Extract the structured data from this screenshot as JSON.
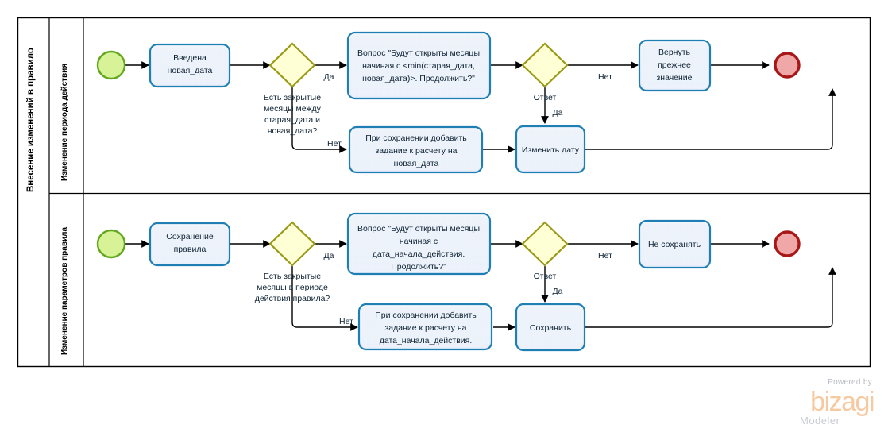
{
  "pool": {
    "title": "Внесение изменений в правило"
  },
  "lanes": [
    {
      "id": "lane-period",
      "title": "Изменение периода действия"
    },
    {
      "id": "lane-params",
      "title": "Изменение параметров правила"
    }
  ],
  "nodes": {
    "start1": {
      "type": "start-event",
      "label": ""
    },
    "task_new_date": {
      "type": "task",
      "lines": [
        "Введена",
        "новая_дата"
      ]
    },
    "gw1": {
      "type": "exclusive-gateway",
      "label": "Есть закрытые месяцы между старая_дата и новая_дата?",
      "label_lines": [
        "Есть закрытые",
        "месяцы между",
        "старая_дата и",
        "новая_дата?"
      ]
    },
    "task_question1": {
      "type": "task",
      "lines": [
        "Вопрос \"Будут открыты месяцы",
        "начиная с <min(старая_дата,",
        "новая_дата)>. Продолжить?\""
      ]
    },
    "task_add_job1": {
      "type": "task",
      "lines": [
        "При сохранении добавить",
        "задание к расчету на",
        "новая_дата"
      ]
    },
    "gw2": {
      "type": "exclusive-gateway",
      "label": "Ответ"
    },
    "task_revert": {
      "type": "task",
      "lines": [
        "Вернуть",
        "прежнее",
        "значение"
      ]
    },
    "task_change_date": {
      "type": "task",
      "lines": [
        "Изменить дату"
      ]
    },
    "end1": {
      "type": "end-event",
      "label": ""
    },
    "start2": {
      "type": "start-event",
      "label": ""
    },
    "task_save_rule": {
      "type": "task",
      "lines": [
        "Сохранение",
        "правила"
      ]
    },
    "gw3": {
      "type": "exclusive-gateway",
      "label": "Есть закрытые месяцы в периоде действия правила?",
      "label_lines": [
        "Есть закрытые",
        "месяцы в периоде",
        "действия правила?"
      ]
    },
    "task_question2": {
      "type": "task",
      "lines": [
        "Вопрос \"Будут открыты месяцы",
        "начиная с",
        "дата_начала_действия.",
        "Продолжить?\""
      ]
    },
    "task_add_job2": {
      "type": "task",
      "lines": [
        "При сохранении добавить",
        "задание к расчету на",
        "дата_начала_действия."
      ]
    },
    "gw4": {
      "type": "exclusive-gateway",
      "label": "Ответ"
    },
    "task_dont_save": {
      "type": "task",
      "lines": [
        "Не сохранять"
      ]
    },
    "task_save": {
      "type": "task",
      "lines": [
        "Сохранить"
      ]
    },
    "end2": {
      "type": "end-event",
      "label": ""
    }
  },
  "flow_labels": {
    "gw1_yes": "Да",
    "gw1_no": "Нет",
    "gw2_no": "Нет",
    "gw2_yes": "Да",
    "gw3_yes": "Да",
    "gw3_no": "Нет",
    "gw4_no": "Нет",
    "gw4_yes": "Да"
  },
  "branding": {
    "powered_by": "Powered by",
    "name": "bizagi",
    "product": "Modeler"
  },
  "colors": {
    "task_fill": "#eef3fb",
    "task_stroke": "#1f7fb5",
    "gateway_fill": "#ffffd6",
    "gateway_stroke": "#9a9a16",
    "start_fill": "#d8f298",
    "start_stroke": "#62a81e",
    "end_fill": "#f0a7a7",
    "end_stroke": "#a81717",
    "flow": "#000000",
    "brand": "#f7c9a0"
  }
}
